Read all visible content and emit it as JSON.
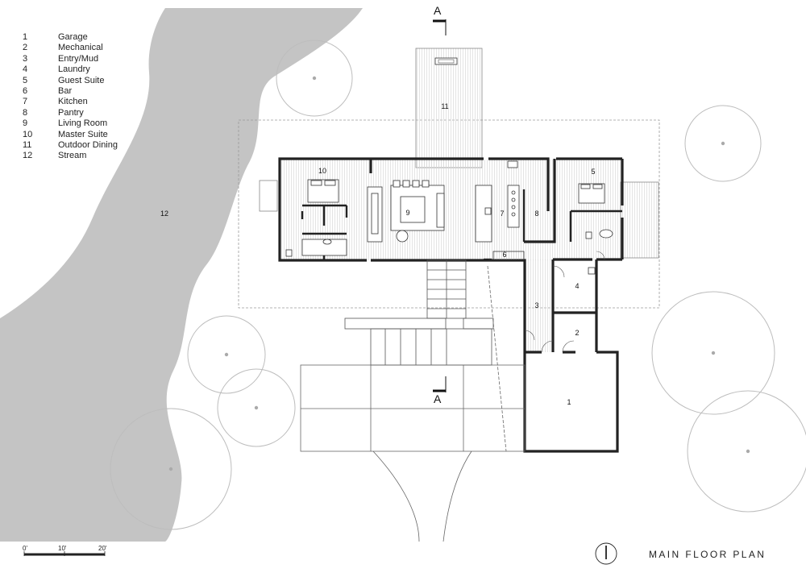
{
  "legend": [
    {
      "num": "1",
      "label": "Garage"
    },
    {
      "num": "2",
      "label": "Mechanical"
    },
    {
      "num": "3",
      "label": "Entry/Mud"
    },
    {
      "num": "4",
      "label": "Laundry"
    },
    {
      "num": "5",
      "label": "Guest Suite"
    },
    {
      "num": "6",
      "label": "Bar"
    },
    {
      "num": "7",
      "label": "Kitchen"
    },
    {
      "num": "8",
      "label": "Pantry"
    },
    {
      "num": "9",
      "label": "Living Room"
    },
    {
      "num": "10",
      "label": "Master Suite"
    },
    {
      "num": "11",
      "label": "Outdoor Dining"
    },
    {
      "num": "12",
      "label": "Stream"
    }
  ],
  "rooms": [
    "1",
    "2",
    "3",
    "4",
    "5",
    "6",
    "7",
    "8",
    "9",
    "10",
    "11",
    "12"
  ],
  "section_marker": {
    "top": "A",
    "bottom": "A"
  },
  "scale": {
    "s0": "0'",
    "s10": "10'",
    "s20": "20'"
  },
  "title": "MAIN FLOOR PLAN",
  "colors": {
    "stream": "#c4c4c4",
    "wall": "#222222",
    "hatch": "#d9d9d9",
    "tree": "#bdbdbd"
  }
}
